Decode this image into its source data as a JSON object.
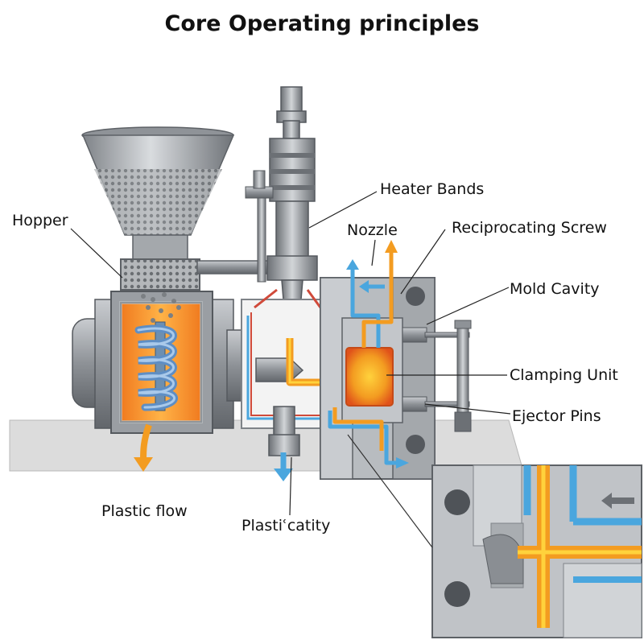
{
  "title": "Core Operating principles",
  "labels": {
    "hopper": "Hopper",
    "heater_bands": "Heater Bands",
    "nozzle": "Nozzle",
    "reciprocating_screw": "Reciprocating Screw",
    "mold_cavity": "Mold Cavity",
    "clamping_unit": "Clamping Unit",
    "ejector_pins": "Ejector Pins",
    "plastic_flow": "Plastic flow",
    "plastic_cavity": "Plastiʿcatity"
  },
  "colors": {
    "melt_orange": "#f39c21",
    "melt_yellow": "#ffd23c",
    "coolant_blue": "#4aa6de",
    "steel_gray": "#9a9ea3",
    "dark_steel": "#5d6166",
    "floor_gray": "#dcdcdc"
  }
}
